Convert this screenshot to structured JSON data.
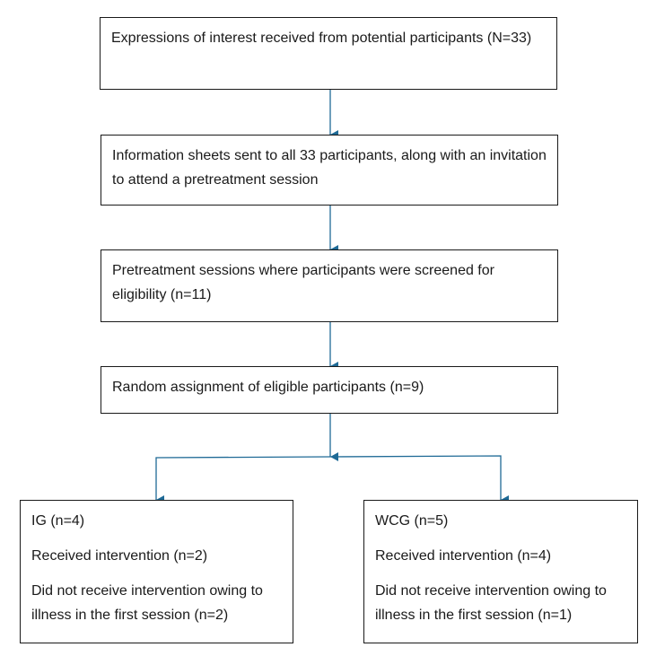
{
  "flow": {
    "step1": "Expressions of interest received from potential participants (N=33)",
    "step2": "Information sheets sent to all 33 participants, along with an invitation to attend a pretreatment session",
    "step3": "Pretreatment sessions where participants were screened for eligibility (n=11)",
    "step4": "Random assignment of eligible participants (n=9)"
  },
  "ig": {
    "title": "IG (n=4)",
    "received": "Received intervention (n=2)",
    "not_received": "Did not receive intervention owing to illness in the first session (n=2)"
  },
  "wcg": {
    "title": "WCG (n=5)",
    "received": "Received intervention (n=4)",
    "not_received": "Did not receive intervention owing to illness in the first session (n=1)"
  },
  "colors": {
    "arrow": "#1f6a96",
    "border": "#1a1a1a"
  }
}
